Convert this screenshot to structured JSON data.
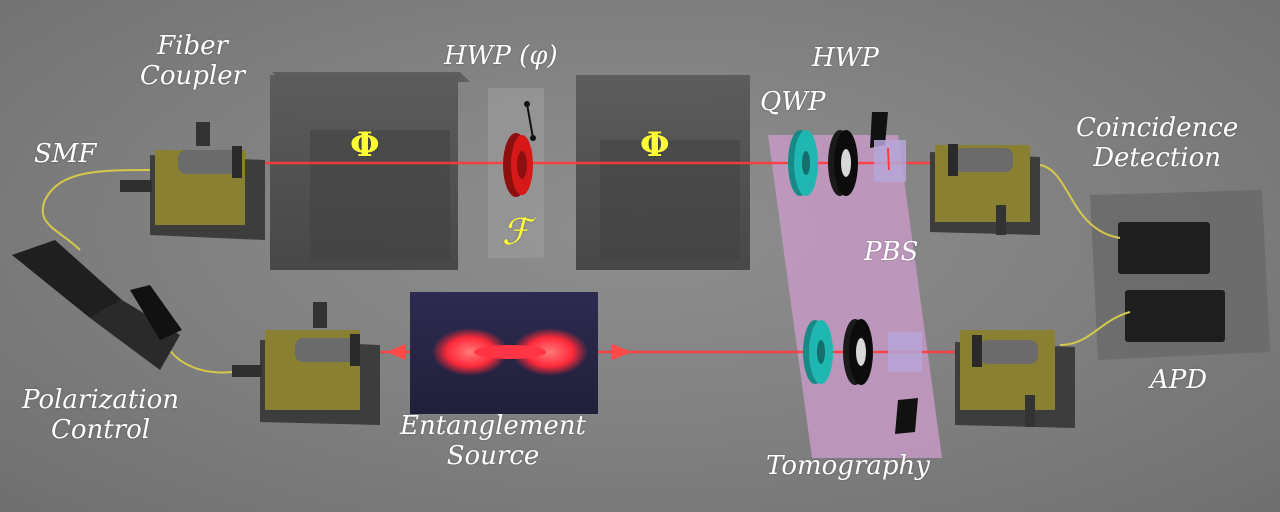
{
  "labels": {
    "fiber_coupler": "Fiber\nCoupler",
    "smf": "SMF",
    "polarization_control": "Polarization\nControl",
    "entanglement_source": "Entanglement\nSource",
    "hwp_phi": "HWP (φ)",
    "phase_left": "Φ",
    "phase_right": "Φ",
    "filter": "ℱ",
    "qwp": "QWP",
    "hwp": "HWP",
    "pbs": "PBS",
    "tomography": "Tomography",
    "coincidence_detection": "Coincidence\nDetection",
    "apd": "APD"
  },
  "colors": {
    "background": "#808080",
    "beam": "#ff3b3b",
    "highlight_text": "#ffff33",
    "tomography_plate": "#c79ac4",
    "qwp": "#20b6b2",
    "fiber": "#d6c84a",
    "mount": "#8a8032"
  }
}
